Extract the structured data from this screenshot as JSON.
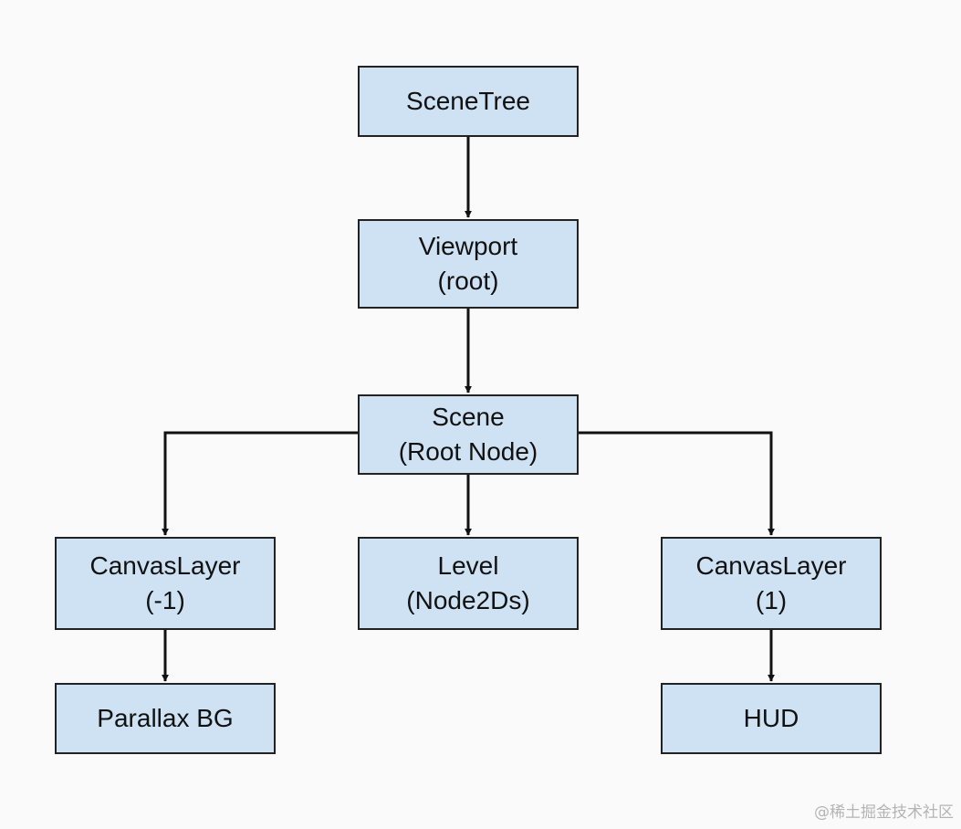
{
  "diagram": {
    "nodes": {
      "scene_tree": {
        "lines": [
          "SceneTree"
        ]
      },
      "viewport": {
        "lines": [
          "Viewport",
          "(root)"
        ]
      },
      "scene": {
        "lines": [
          "Scene",
          "(Root Node)"
        ]
      },
      "canvas_layer_back": {
        "lines": [
          "CanvasLayer",
          "(-1)"
        ]
      },
      "level": {
        "lines": [
          "Level",
          "(Node2Ds)"
        ]
      },
      "canvas_layer_front": {
        "lines": [
          "CanvasLayer",
          "(1)"
        ]
      },
      "parallax_bg": {
        "lines": [
          "Parallax BG"
        ]
      },
      "hud": {
        "lines": [
          "HUD"
        ]
      }
    },
    "edges": [
      {
        "from": "scene_tree",
        "to": "viewport"
      },
      {
        "from": "viewport",
        "to": "scene"
      },
      {
        "from": "scene",
        "to": "canvas_layer_back"
      },
      {
        "from": "scene",
        "to": "level"
      },
      {
        "from": "scene",
        "to": "canvas_layer_front"
      },
      {
        "from": "canvas_layer_back",
        "to": "parallax_bg"
      },
      {
        "from": "canvas_layer_front",
        "to": "hud"
      }
    ],
    "colors": {
      "node_fill": "#cfe2f3",
      "node_border": "#222222",
      "arrow": "#111111",
      "background": "#fafafa"
    }
  },
  "watermark": "@稀土掘金技术社区"
}
